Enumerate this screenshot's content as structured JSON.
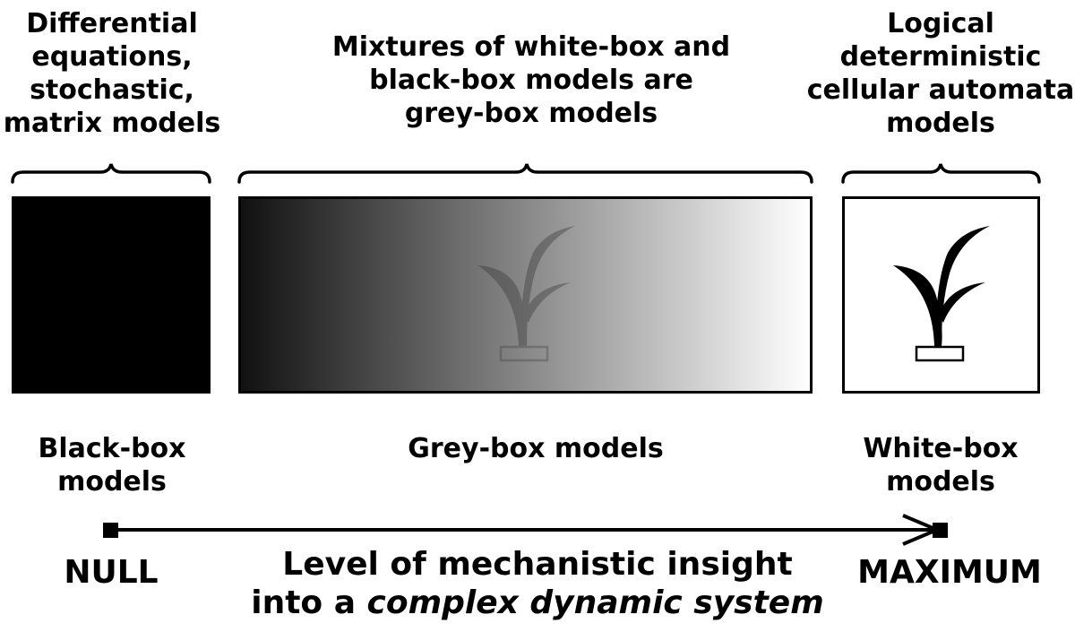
{
  "top_labels": {
    "black_line1": "Differential",
    "black_line2": "equations,",
    "black_line3": "stochastic,",
    "black_line4": "matrix models",
    "grey_line1": "Mixtures of white-box and",
    "grey_line2": "black-box models are",
    "grey_line3": "grey-box models",
    "white_line1": "Logical",
    "white_line2": "deterministic",
    "white_line3": "cellular automata",
    "white_line4": "models"
  },
  "boxes": {
    "black": {
      "line1": "Black-box",
      "line2": "models",
      "fill": "#000000"
    },
    "grey": {
      "label": "Grey-box models",
      "gradient_from": "#111111",
      "gradient_to": "#ffffff"
    },
    "white": {
      "line1": "White-box",
      "line2": "models",
      "fill": "#ffffff"
    }
  },
  "axis": {
    "left_label": "NULL",
    "right_label": "MAXIMUM",
    "caption_line1": "Level of mechanistic insight",
    "caption_line2_prefix": "into a ",
    "caption_line2_emphasis": "complex dynamic system"
  },
  "icons": [
    "plant-icon"
  ]
}
